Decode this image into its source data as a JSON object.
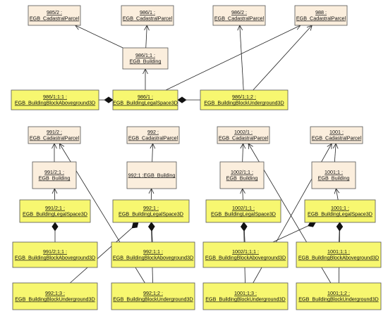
{
  "diagram": {
    "colors": {
      "parcel": "#fbeedd",
      "building": "#fbeedd",
      "block": "#f7f770"
    },
    "nodes": [
      {
        "id": "p985_2",
        "kind": "parcel",
        "lines": [
          "985/2 :",
          "EGB_CadastralParcel"
        ]
      },
      {
        "id": "p986_1",
        "kind": "parcel",
        "lines": [
          "986/1 :",
          "EGB_CadastralParcel"
        ]
      },
      {
        "id": "p986_2",
        "kind": "parcel",
        "lines": [
          "986/2 :",
          "EGB_CadastralParcel"
        ]
      },
      {
        "id": "p988",
        "kind": "parcel",
        "lines": [
          "988 :",
          "EGB_CadastralParcel"
        ]
      },
      {
        "id": "b986_1_1",
        "kind": "building",
        "lines": [
          "986/1;1 :",
          "EGB_Building"
        ]
      },
      {
        "id": "a986_111",
        "kind": "block",
        "lines": [
          "986/1;1;1 :",
          "EGB_BuildingBlockAboveground3D"
        ]
      },
      {
        "id": "l986_1",
        "kind": "block",
        "lines": [
          "986/1 :",
          "EGB_BuildingLegalSpace3D"
        ]
      },
      {
        "id": "u986_112",
        "kind": "block",
        "lines": [
          "986/1;1;2 :",
          "EGB_BuildingBlockUnderground3D"
        ]
      },
      {
        "id": "p991_2",
        "kind": "parcel",
        "lines": [
          "991/2 :",
          "EGB_CadastralParcel"
        ]
      },
      {
        "id": "p992",
        "kind": "parcel",
        "lines": [
          "992 :",
          "EGB_CadastralParcel"
        ]
      },
      {
        "id": "p1002_1",
        "kind": "parcel",
        "lines": [
          "1002/1 :",
          "EGB_CadastralParcel"
        ]
      },
      {
        "id": "p1001",
        "kind": "parcel",
        "lines": [
          "1001 :",
          "EGB_CadastralParcel"
        ]
      },
      {
        "id": "b991_2_1",
        "kind": "building",
        "lines": [
          "991/2;1 :",
          "EGB_Building"
        ]
      },
      {
        "id": "b992_1",
        "kind": "building",
        "lines": [
          "992;1 :EGB_Building"
        ]
      },
      {
        "id": "b1002_1_1",
        "kind": "building",
        "lines": [
          "1002/1;1 :",
          "EGB_Building"
        ]
      },
      {
        "id": "b1001_1",
        "kind": "building",
        "lines": [
          "1001;1 :",
          "EGB_Building"
        ]
      },
      {
        "id": "l991_2_1",
        "kind": "block",
        "lines": [
          "991/2;1 :",
          "EGB_BuildingLegalSpace3D"
        ]
      },
      {
        "id": "l992_1",
        "kind": "block",
        "lines": [
          "992;1 :",
          "EGB_BuildingLegalSpace3D"
        ]
      },
      {
        "id": "l1002_1",
        "kind": "block",
        "lines": [
          "1002/1;1 :",
          "EGB_BuildingLegalSpace3D"
        ]
      },
      {
        "id": "l1001_1",
        "kind": "block",
        "lines": [
          "1001;1 :",
          "EGB_BuildingLegalSpace3D"
        ]
      },
      {
        "id": "a991_211",
        "kind": "block",
        "lines": [
          "991/2;1;1 :",
          "EGB_BuildingBlockAboveground3D"
        ]
      },
      {
        "id": "a992_11",
        "kind": "block",
        "lines": [
          "992;1;1 :",
          "EGB_BuildingBlockAboveground3D"
        ]
      },
      {
        "id": "a1002_111",
        "kind": "block",
        "lines": [
          "1002/1;1;1 :",
          "EGB_BuildingBlockAboveground3D"
        ]
      },
      {
        "id": "a1001_11",
        "kind": "block",
        "lines": [
          "1001;1;1 :",
          "EGB_BuildingBlockAboveground3D"
        ]
      },
      {
        "id": "u992_13",
        "kind": "block",
        "lines": [
          "992;1;3 :",
          "EGB_BuildingBlockUnderground3D"
        ]
      },
      {
        "id": "u992_12",
        "kind": "block",
        "lines": [
          "992;1;2 :",
          "EGB_BuildingBlockUnderground3D"
        ]
      },
      {
        "id": "u1001_13",
        "kind": "block",
        "lines": [
          "1001;1;3 :",
          "EGB_BuildingBlockUnderground3D"
        ]
      },
      {
        "id": "u1001_12",
        "kind": "block",
        "lines": [
          "1001;1;2 :",
          "EGB_BuildingBlockUnderground3D"
        ]
      }
    ],
    "edges": [
      {
        "from": "b986_1_1",
        "to": "p986_1",
        "type": "arrow"
      },
      {
        "from": "b986_1_1",
        "to": "p985_2",
        "type": "arrow"
      },
      {
        "from": "u986_112",
        "to": "p986_2",
        "type": "arrow"
      },
      {
        "from": "u986_112",
        "to": "p988",
        "type": "arrow"
      },
      {
        "from": "l986_1",
        "to": "p988",
        "type": "arrow"
      },
      {
        "from": "l986_1",
        "to": "b986_1_1",
        "type": "arrow"
      },
      {
        "from": "a986_111",
        "to": "l986_1",
        "type": "diamond"
      },
      {
        "from": "u986_112",
        "to": "l986_1",
        "type": "diamond"
      },
      {
        "from": "b991_2_1",
        "to": "p991_2",
        "type": "arrow"
      },
      {
        "from": "l991_2_1",
        "to": "b991_2_1",
        "type": "arrow"
      },
      {
        "from": "a991_211",
        "to": "l991_2_1",
        "type": "diamond"
      },
      {
        "from": "b992_1",
        "to": "p992",
        "type": "arrow"
      },
      {
        "from": "l992_1",
        "to": "b992_1",
        "type": "arrow"
      },
      {
        "from": "a992_11",
        "to": "l992_1",
        "type": "diamond"
      },
      {
        "from": "u992_12",
        "to": "l992_1",
        "type": "diamond"
      },
      {
        "from": "u992_13",
        "to": "l992_1",
        "type": "diamond"
      },
      {
        "from": "u992_12",
        "to": "p991_2",
        "type": "arrow"
      },
      {
        "from": "b1002_1_1",
        "to": "p1002_1",
        "type": "arrow"
      },
      {
        "from": "l1002_1",
        "to": "b1002_1_1",
        "type": "arrow"
      },
      {
        "from": "a1002_111",
        "to": "l1002_1",
        "type": "diamond"
      },
      {
        "from": "u1001_13",
        "to": "l1002_1",
        "type": "diamond"
      },
      {
        "from": "u1001_13",
        "to": "p1001",
        "type": "arrow"
      },
      {
        "from": "b1001_1",
        "to": "p1001",
        "type": "arrow"
      },
      {
        "from": "l1001_1",
        "to": "b1001_1",
        "type": "arrow"
      },
      {
        "from": "a1001_11",
        "to": "l1001_1",
        "type": "diamond"
      },
      {
        "from": "u1001_12",
        "to": "l1001_1",
        "type": "diamond"
      },
      {
        "from": "a1002_111",
        "to": "l1001_1",
        "type": "diamond"
      },
      {
        "from": "u1001_12",
        "to": "p1002_1",
        "type": "arrow"
      }
    ]
  }
}
